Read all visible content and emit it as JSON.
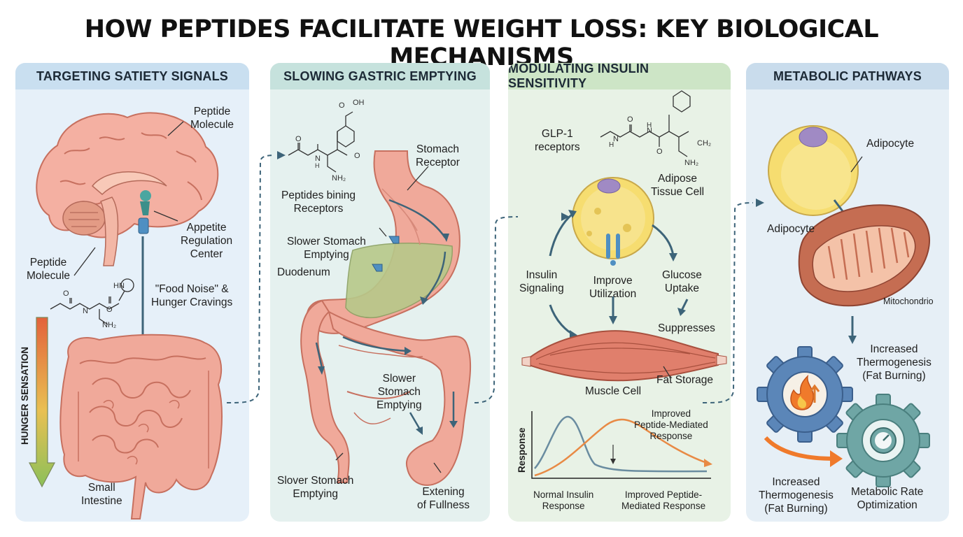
{
  "title": "HOW PEPTIDES FACILITATE WEIGHT LOSS: KEY BIOLOGICAL MECHANISMS",
  "colors": {
    "tissue_pink": "#f0a99a",
    "tissue_dark": "#c7705f",
    "arrow_blue": "#3d6479",
    "cell_yellow": "#f6dd70",
    "mito_brown": "#b65f47",
    "gear_blue": "#5b86b8",
    "gear_teal": "#6fa6a5",
    "flame_orange": "#f07a2b"
  },
  "panels": {
    "satiety": {
      "header": "TARGETING SATIETY SIGNALS",
      "labels": {
        "peptide_top": "Peptide\nMolecule",
        "appetite": "Appetite\nRegulation\nCenter",
        "peptide_left": "Peptide\nMolecule",
        "food_noise": "\"Food Noise\" &\nHunger Cravings",
        "hunger": "HUNGER SENSATION",
        "small_intestine": "Small\nIntestine"
      },
      "molecule": {
        "atoms": [
          "O",
          "N",
          "HN",
          "O",
          "NH₂"
        ]
      }
    },
    "gastric": {
      "header": "SLOWING GASTRIC EMPTYING",
      "labels": {
        "stomach_receptor": "Stomach\nReceptor",
        "peptides_binding": "Peptides bining\nReceptors",
        "slower1": "Slower Stomach\nEmptying",
        "duodenum": "Duodenum",
        "slower2": "Slower\nStomach\nEmptying",
        "slower3": "Slover Stomach\nEmptying",
        "extending": "Extening\nof Fullness"
      },
      "molecule": {
        "atoms": [
          "OH",
          "O",
          "O",
          "N",
          "H",
          "O",
          "NH₂"
        ]
      }
    },
    "insulin": {
      "header": "MODULATING INSULIN SENSITIVITY",
      "labels": {
        "glp1": "GLP-1\nreceptors",
        "adipose": "Adipose\nTissue Cell",
        "insulin_signaling": "Insulin\nSignaling",
        "improve": "Improve\nUtilization",
        "glucose": "Glucose\nUptake",
        "suppresses": "Suppresses",
        "fat_storage": "Fat Storage",
        "muscle": "Muscle Cell",
        "improved_top": "Improved\nPeptide-Mediated\nResponse",
        "axis_response": "Response",
        "normal": "Normal Insulin\nResponse",
        "improved_bottom": "Improved Peptide-\nMediated Response"
      },
      "molecule": {
        "atoms": [
          "O",
          "H",
          "N",
          "N",
          "H",
          "O",
          "CH₂",
          "NH₂"
        ]
      },
      "chart_curves": [
        "Normal Insulin Response",
        "Improved Peptide-Mediated Response"
      ]
    },
    "metabolic": {
      "header": "METABOLIC PATHWAYS",
      "labels": {
        "adipocyte1": "Adipocyte",
        "adipocyte2": "Adipocyte",
        "mito": "Mitochondrio",
        "thermo1": "Increased\nThermogenesis\n(Fat Burning)",
        "thermo2": "Increased\nThermogenesis\n(Fat Burning)",
        "metabolic_rate": "Metabolic Rate\nOptimization"
      }
    }
  }
}
